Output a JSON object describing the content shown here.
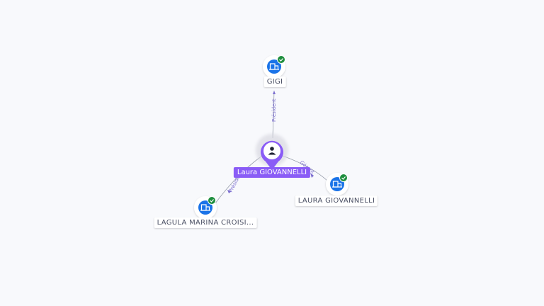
{
  "colors": {
    "accent": "#8a5cf6",
    "company_icon": "#1a73e8",
    "verified": "#1e8e3e",
    "edge": "#9aa0ad",
    "edge_label": "#7c6fd0"
  },
  "center": {
    "label": "Laura GIOVANNELLI",
    "icon": "person-icon"
  },
  "nodes": [
    {
      "id": "gigi",
      "label": "GIGI",
      "icon": "company-icon",
      "verified": true
    },
    {
      "id": "laura-co",
      "label": "LAURA GIOVANNELLI",
      "icon": "company-icon",
      "verified": true
    },
    {
      "id": "lagula",
      "label": "LAGULA MARINA CROISI...",
      "icon": "company-icon",
      "verified": true
    }
  ],
  "edges": [
    {
      "to": "gigi",
      "label": "Président"
    },
    {
      "to": "laura-co",
      "label": "Gérant"
    },
    {
      "to": "lagula",
      "label": "Président"
    }
  ]
}
